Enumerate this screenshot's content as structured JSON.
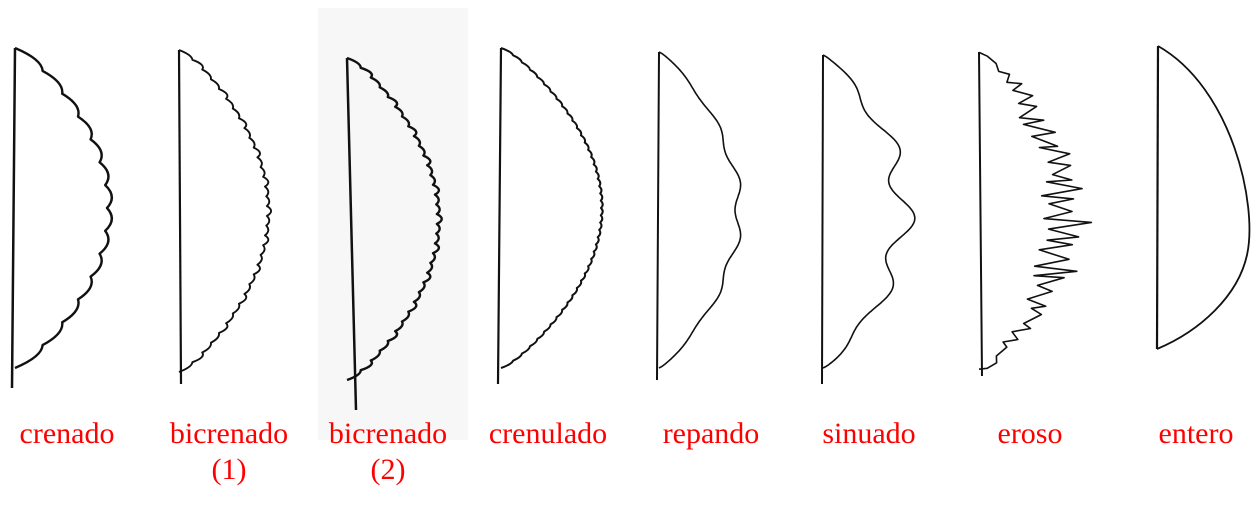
{
  "accent_color": "#ff0000",
  "margins": [
    {
      "id": "crenado",
      "label": "crenado",
      "sub": ""
    },
    {
      "id": "bicrenado-1",
      "label": "bicrenado",
      "sub": "(1)"
    },
    {
      "id": "bicrenado-2",
      "label": "bicrenado",
      "sub": "(2)"
    },
    {
      "id": "crenulado",
      "label": "crenulado",
      "sub": ""
    },
    {
      "id": "repando",
      "label": "repando",
      "sub": ""
    },
    {
      "id": "sinuado",
      "label": "sinuado",
      "sub": ""
    },
    {
      "id": "eroso",
      "label": "eroso",
      "sub": ""
    },
    {
      "id": "entero",
      "label": "entero",
      "sub": ""
    }
  ]
}
